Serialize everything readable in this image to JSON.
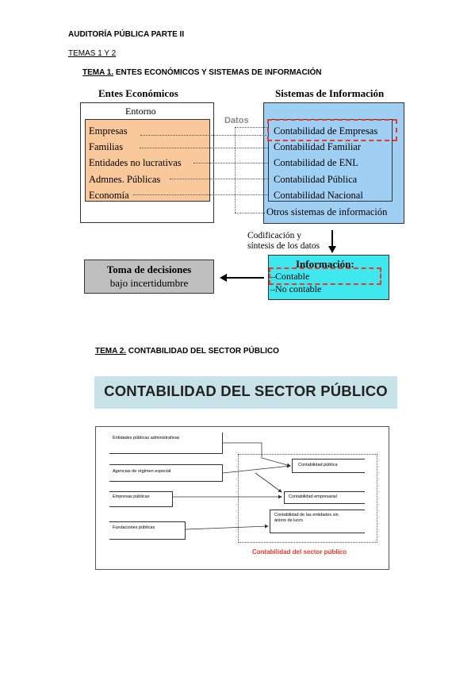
{
  "header": {
    "doc_title": "AUDITORÍA PÚBLICA PARTE II",
    "temas": "TEMAS 1 Y 2"
  },
  "tema1": {
    "label": "TEMA 1.",
    "title": " ENTES ECONÓMICOS Y SISTEMAS DE INFORMACIÓN",
    "entes_heading": "Entes Económicos",
    "sistemas_heading": "Sistemas de Información",
    "entorno": "Entorno",
    "datos": "Datos",
    "entes": [
      "Empresas",
      "Familias",
      "Entidades no lucrativas",
      "Admnes. Públicas",
      "Economía"
    ],
    "sistemas": [
      "Contabilidad de Empresas",
      "Contabilidad Familiar",
      "Contabilidad de ENL",
      "Contabilidad Pública",
      "Contabilidad Nacional"
    ],
    "otros": "Otros sistemas de información",
    "codificacion_1": "Codificación y",
    "codificacion_2": "síntesis de los datos",
    "info_title": "Información:",
    "info_contable": "–Contable",
    "info_no_contable": "–No contable",
    "decision_1": "Toma de decisiones",
    "decision_2": "bajo incertidumbre"
  },
  "tema2": {
    "label": "TEMA 2.",
    "title": " CONTABILIDAD DEL SECTOR PÚBLICO",
    "banner": "CONTABILIDAD DEL SECTOR PÚBLICO",
    "left_boxes": [
      "Entidades públicas administrativas",
      "Agencias de régimen especial",
      "Empresas públicas",
      "Fundaciones públicas"
    ],
    "right_boxes": [
      "Contabilidad pública",
      "Contabilidad empresarial",
      "Contabilidad de las entidades sin ánimo de lucro"
    ],
    "footer": "Contabilidad del sector público"
  },
  "colors": {
    "entes_fill": "#f9c89b",
    "sistemas_fill": "#9fd0f4",
    "info_fill": "#3fe8ef",
    "decision_fill": "#bfbfbf",
    "dashed_red": "#e8382c",
    "banner_fill": "#c8e3e8",
    "footer_red": "#e8382c"
  }
}
